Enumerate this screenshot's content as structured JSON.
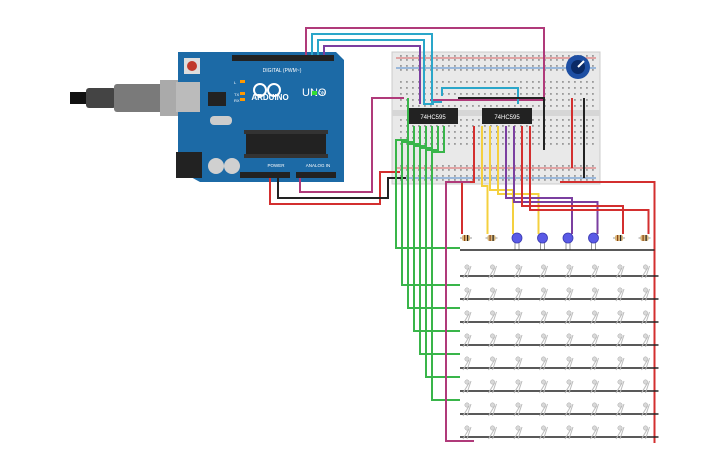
{
  "arduino": {
    "logo_text": "ARDUINO",
    "model": "UNO",
    "digital_header": "DIGITAL (PWM~)",
    "power_header": "POWER",
    "analog_header": "ANALOG IN",
    "on_label": "ON",
    "tx_label": "TX",
    "rx_label": "RX",
    "l_label": "L"
  },
  "chips": [
    {
      "label": "74HC595"
    },
    {
      "label": "74HC595"
    }
  ],
  "led_matrix": {
    "rows": 8,
    "cols": 8
  },
  "indicator_row": [
    "resistor",
    "resistor",
    "led-blue",
    "led-blue",
    "led-blue",
    "led-blue",
    "resistor",
    "resistor"
  ],
  "colors": {
    "board_blue": "#1c6aa6",
    "wire_green": "#39b54a",
    "wire_red": "#d32f2f",
    "wire_yellow": "#f4d03f",
    "wire_purple": "#7b3fa0",
    "wire_magenta": "#b03a7a",
    "wire_cyan": "#2aa6c9",
    "wire_black": "#222222",
    "led_blue": "#5a5ae6",
    "breadboard": "#e9e9e9"
  }
}
